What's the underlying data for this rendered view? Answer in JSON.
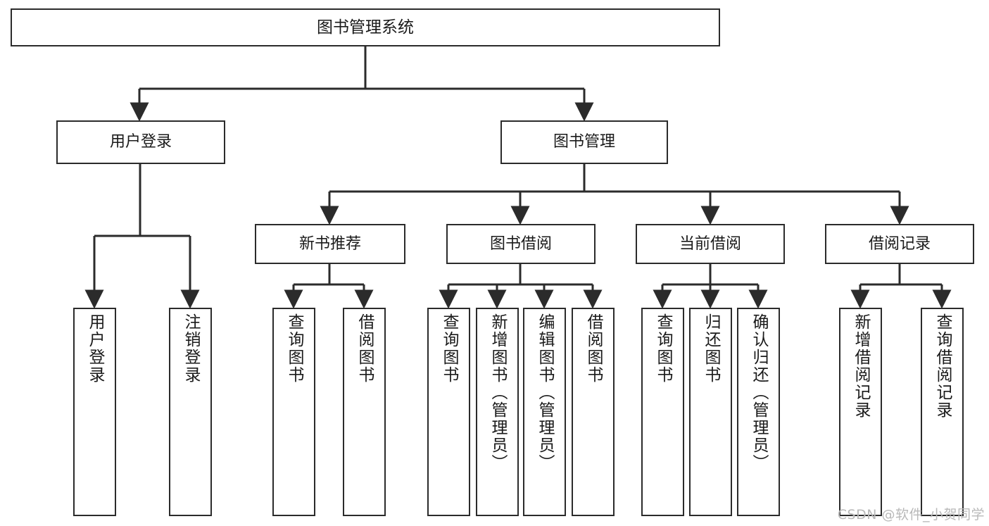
{
  "diagram": {
    "title": "图书管理系统",
    "type": "function-structure-tree",
    "colors": {
      "box_border": "#2b2b2b",
      "box_fill": "#ffffff",
      "edge": "#2b2b2b",
      "text": "#1a1a1a",
      "watermark": "#b9b9b9"
    },
    "root": {
      "label": "图书管理系统"
    },
    "level1": [
      {
        "label": "用户登录"
      },
      {
        "label": "图书管理"
      }
    ],
    "level2": [
      {
        "label": "新书推荐"
      },
      {
        "label": "图书借阅"
      },
      {
        "label": "当前借阅"
      },
      {
        "label": "借阅记录"
      }
    ],
    "leaves": {
      "user_login": [
        {
          "label": "用户登录"
        },
        {
          "label": "注销登录"
        }
      ],
      "new_book_recommend": [
        {
          "label": "查询图书"
        },
        {
          "label": "借阅图书"
        }
      ],
      "book_borrow": [
        {
          "label": "查询图书"
        },
        {
          "label": "新增图书（管理员）"
        },
        {
          "label": "编辑图书（管理员）"
        },
        {
          "label": "借阅图书"
        }
      ],
      "current_borrow": [
        {
          "label": "查询图书"
        },
        {
          "label": "归还图书"
        },
        {
          "label": "确认归还（管理员）"
        }
      ],
      "borrow_record": [
        {
          "label": "新增借阅记录"
        },
        {
          "label": "查询借阅记录"
        }
      ]
    }
  },
  "watermark": {
    "text": "CSDN @软件_小贺同学"
  }
}
